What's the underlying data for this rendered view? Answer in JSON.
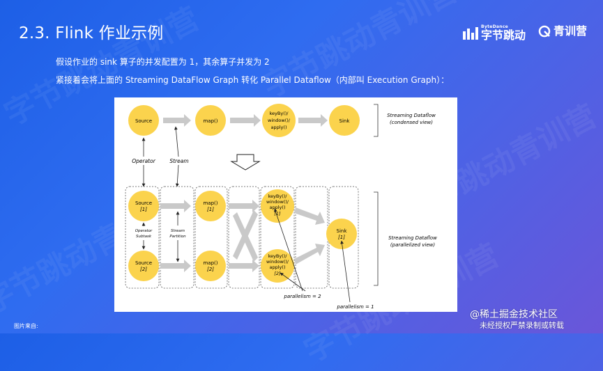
{
  "slide": {
    "title": "2.3. Flink 作业示例",
    "line1": "假设作业的 sink 算子的并发配置为 1，其余算子并发为 2",
    "line2": "紧接着会将上面的 Streaming DataFlow Graph 转化 Parallel Dataflow（内部叫 Execution Graph）：",
    "image_source": "图片来自:",
    "watermark": "字节跳动青训营"
  },
  "branding": {
    "company_sub": "ByteDance",
    "company": "字节跳动",
    "program": "青训营"
  },
  "diagram": {
    "top": {
      "source": "Source",
      "map": "map()",
      "keyby_1": "keyBy()/",
      "keyby_2": "window()/",
      "keyby_3": "apply()",
      "sink": "Sink",
      "desc_1": "Streaming Dataflow",
      "desc_2": "(condensed view)"
    },
    "labels": {
      "operator": "Operator",
      "stream": "Stream",
      "operator_subtask_1": "Operator",
      "operator_subtask_2": "Subtask",
      "stream_partition_1": "Stream",
      "stream_partition_2": "Partition"
    },
    "bottom": {
      "source": "Source",
      "source_idx1": "[1]",
      "source_idx2": "[2]",
      "map": "map()",
      "map_idx1": "[1]",
      "map_idx2": "[2]",
      "keyby_1": "keyBy()/",
      "keyby_2": "window()/",
      "keyby_3": "apply()",
      "keyby_idx1": "[1]",
      "keyby_idx2": "[2]",
      "sink": "Sink",
      "sink_idx": "[1]",
      "parallelism_2": "parallelism = 2",
      "parallelism_1": "parallelism = 1",
      "desc_1": "Streaming Dataflow",
      "desc_2": "(parallelized view)"
    }
  },
  "footer": {
    "site": "@稀土掘金技术社区",
    "notice": "未经授权严禁录制或转载"
  },
  "colors": {
    "node": "#fbd34d",
    "arrow": "#c9c9c9"
  }
}
